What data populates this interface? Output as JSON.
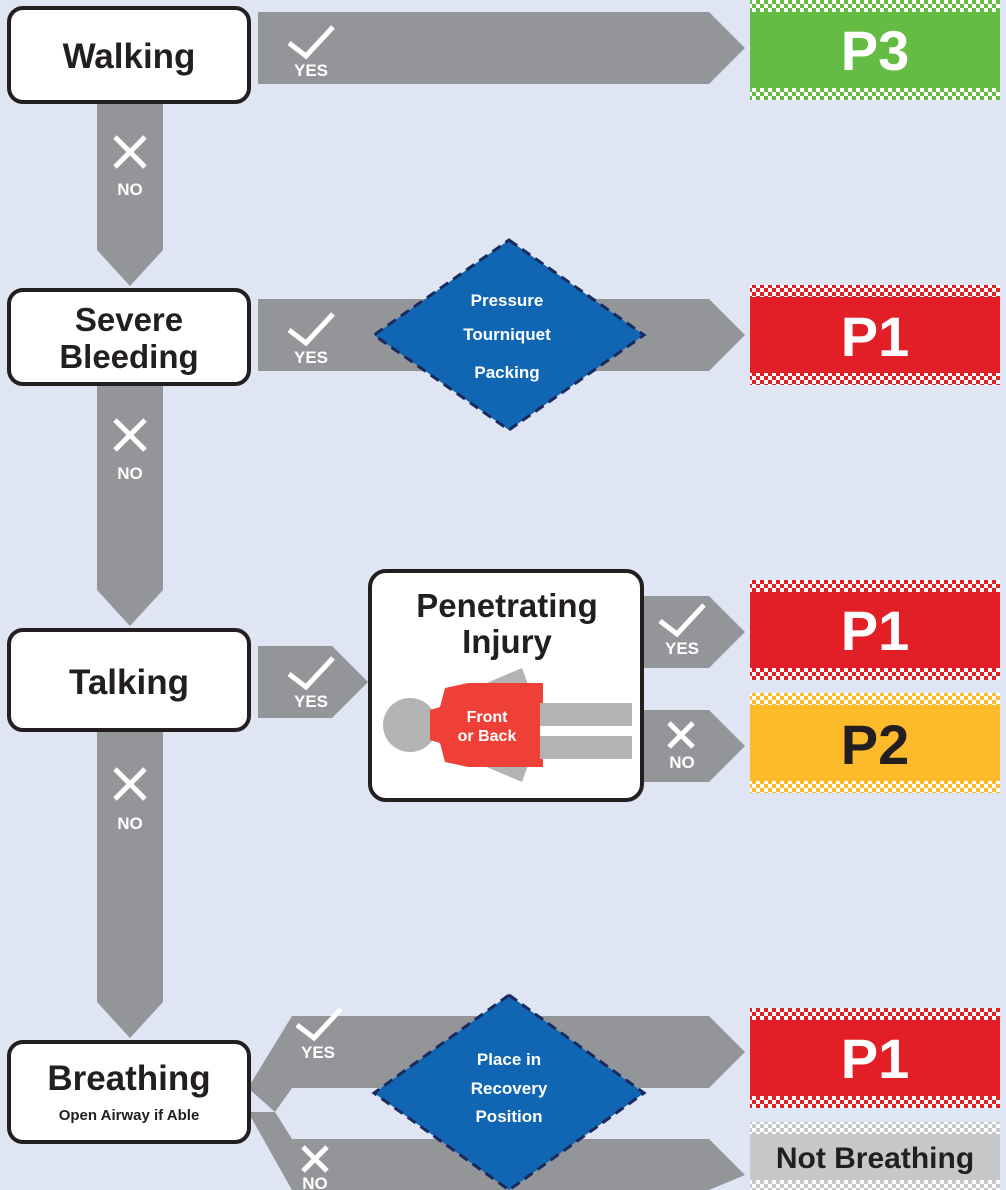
{
  "steps": {
    "walking": "Walking",
    "severe_bleeding": [
      "Severe",
      "Bleeding"
    ],
    "talking": "Talking",
    "breathing": "Breathing",
    "breathing_sub": "Open Airway if Able",
    "penetrating": [
      "Penetrating",
      "Injury"
    ],
    "figure_text": [
      "Front",
      "or Back"
    ]
  },
  "answers": {
    "yes": "YES",
    "no": "NO"
  },
  "interventions": {
    "bleeding": [
      "Pressure",
      "Tourniquet",
      "Packing"
    ],
    "breathing": [
      "Place in",
      "Recovery",
      "Position"
    ]
  },
  "outcomes": {
    "walking": "P3",
    "bleeding": "P1",
    "penetrating_yes": "P1",
    "penetrating_no": "P2",
    "breathing_yes": "P1",
    "breathing_no": "Not Breathing"
  },
  "colors": {
    "background": "#dfe5f3",
    "arrow": "#939598",
    "diamond": "#1166b3",
    "p1": "#e21e26",
    "p2": "#fdbb2b",
    "p3": "#65bc45",
    "not_breathing": "#c7c8ca",
    "figure_red": "#ee4036",
    "figure_grey": "#b3b3b3"
  },
  "icons": {
    "yes": "check-icon",
    "no": "cross-icon"
  }
}
